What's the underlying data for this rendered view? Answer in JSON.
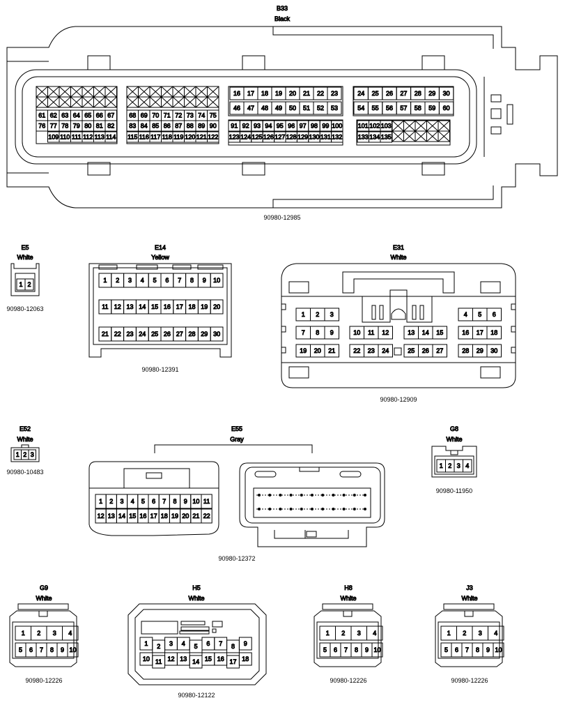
{
  "connectors": {
    "B33": {
      "name": "B33",
      "color": "Black",
      "part": "90980-12985"
    },
    "E5": {
      "name": "E5",
      "color": "White",
      "part": "90980-12063"
    },
    "E14": {
      "name": "E14",
      "color": "Yellow",
      "part": "90980-12391"
    },
    "E31": {
      "name": "E31",
      "color": "White",
      "part": "90980-12909"
    },
    "E52": {
      "name": "E52",
      "color": "White",
      "part": "90980-10483"
    },
    "E55": {
      "name": "E55",
      "color": "Gray",
      "part": "90980-12372"
    },
    "G8": {
      "name": "G8",
      "color": "White",
      "part": "90980-11950"
    },
    "G9": {
      "name": "G9",
      "color": "White",
      "part": "90980-12226"
    },
    "H5": {
      "name": "H5",
      "color": "White",
      "part": "90980-12122"
    },
    "H8": {
      "name": "H8",
      "color": "White",
      "part": "90980-12226"
    },
    "J3": {
      "name": "J3",
      "color": "White",
      "part": "90980-12226"
    }
  },
  "pins": {
    "B33": {
      "blockA_row3": [
        "61",
        "62",
        "63",
        "64",
        "65",
        "66",
        "67"
      ],
      "blockA_row4": [
        "76",
        "77",
        "78",
        "79",
        "80",
        "81",
        "82"
      ],
      "blockA_row5": [
        "109",
        "110",
        "111",
        "112",
        "113",
        "114"
      ],
      "blockB_row3": [
        "68",
        "69",
        "70",
        "71",
        "72",
        "73",
        "74",
        "75"
      ],
      "blockB_row4": [
        "83",
        "84",
        "85",
        "86",
        "87",
        "88",
        "89",
        "90"
      ],
      "blockB_row5": [
        "115",
        "116",
        "117",
        "118",
        "119",
        "120",
        "121",
        "122"
      ],
      "blockC_row1": [
        "16",
        "17",
        "18",
        "19",
        "20",
        "21",
        "22",
        "23"
      ],
      "blockC_row2": [
        "46",
        "47",
        "48",
        "49",
        "50",
        "51",
        "52",
        "53"
      ],
      "blockC_row3": [
        "91",
        "92",
        "93",
        "94",
        "95",
        "96",
        "97",
        "98",
        "99",
        "100"
      ],
      "blockC_row4": [
        "123",
        "124",
        "125",
        "126",
        "127",
        "128",
        "129",
        "130",
        "131",
        "132"
      ],
      "blockD_row1": [
        "24",
        "25",
        "26",
        "27",
        "28",
        "29",
        "30"
      ],
      "blockD_row2": [
        "54",
        "55",
        "56",
        "57",
        "58",
        "59",
        "60"
      ],
      "blockD_row3": [
        "101",
        "102",
        "103"
      ],
      "blockD_row4": [
        "133",
        "134",
        "135"
      ]
    },
    "E5": [
      "1",
      "2"
    ],
    "E14": {
      "row1": [
        "1",
        "2",
        "3",
        "4",
        "5",
        "6",
        "7",
        "8",
        "9",
        "10"
      ],
      "row2": [
        "11",
        "12",
        "13",
        "14",
        "15",
        "16",
        "17",
        "18",
        "19",
        "20"
      ],
      "row3": [
        "21",
        "22",
        "23",
        "24",
        "25",
        "26",
        "27",
        "28",
        "29",
        "30"
      ]
    },
    "E31": {
      "row1_left": [
        "1",
        "2",
        "3"
      ],
      "row1_right": [
        "4",
        "5",
        "6"
      ],
      "row2_a": [
        "7",
        "8",
        "9"
      ],
      "row2_b": [
        "10",
        "11",
        "12"
      ],
      "row2_c": [
        "13",
        "14",
        "15"
      ],
      "row2_d": [
        "16",
        "17",
        "18"
      ],
      "row3_a": [
        "19",
        "20",
        "21"
      ],
      "row3_b": [
        "22",
        "23",
        "24"
      ],
      "row3_c": [
        "25",
        "26",
        "27"
      ],
      "row3_d": [
        "28",
        "29",
        "30"
      ]
    },
    "E52": [
      "1",
      "2",
      "3"
    ],
    "E55": {
      "row1": [
        "1",
        "2",
        "3",
        "4",
        "5",
        "6",
        "7",
        "8",
        "9",
        "10",
        "11"
      ],
      "row2": [
        "12",
        "13",
        "14",
        "15",
        "16",
        "17",
        "18",
        "19",
        "20",
        "21",
        "22"
      ]
    },
    "G8": [
      "1",
      "2",
      "3",
      "4"
    ],
    "G9": {
      "row1": [
        "1",
        "2",
        "3",
        "4"
      ],
      "row2": [
        "5",
        "6",
        "7",
        "8",
        "9",
        "10"
      ]
    },
    "H5": {
      "row1": [
        "1",
        "2",
        "3",
        "4",
        "5",
        "6",
        "7",
        "8",
        "9"
      ],
      "row2": [
        "10",
        "11",
        "12",
        "13",
        "14",
        "15",
        "16",
        "17",
        "18"
      ]
    },
    "H8": {
      "row1": [
        "1",
        "2",
        "3",
        "4"
      ],
      "row2": [
        "5",
        "6",
        "7",
        "8",
        "9",
        "10"
      ]
    },
    "J3": {
      "row1": [
        "1",
        "2",
        "3",
        "4"
      ],
      "row2": [
        "5",
        "6",
        "7",
        "8",
        "9",
        "10"
      ]
    }
  }
}
